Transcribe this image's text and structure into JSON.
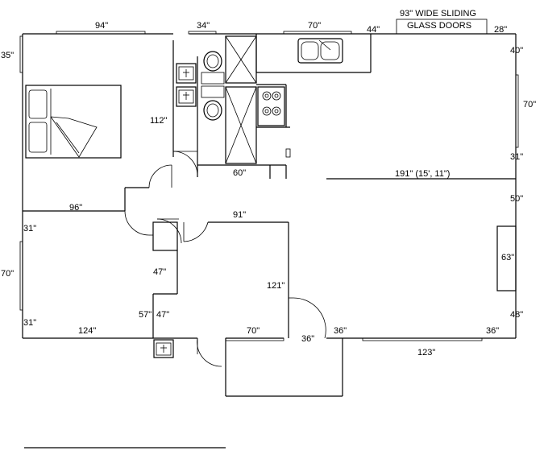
{
  "dimensions": {
    "d_94": "94\"",
    "d_34": "34\"",
    "d_70_top": "70\"",
    "d_44": "44\"",
    "d_28": "28\"",
    "d_35": "35\"",
    "d_40": "40\"",
    "d_70_right": "70\"",
    "d_31_right": "31\"",
    "d_112": "112\"",
    "d_60": "60\"",
    "d_191": "191\" (15', 11\")",
    "d_96": "96\"",
    "d_91": "91\"",
    "d_50": "50\"",
    "d_31_left_top": "31\"",
    "d_70_left": "70\"",
    "d_47_upper": "47\"",
    "d_121": "121\"",
    "d_63": "63\"",
    "d_57": "57\"",
    "d_47_lower": "47\"",
    "d_48": "48\"",
    "d_31_left_bottom": "31\"",
    "d_124": "124\"",
    "d_70_bottom": "70\"",
    "d_36_porch": "36\"",
    "d_36_mid": "36\"",
    "d_36_right": "36\"",
    "d_123": "123\""
  },
  "sliding_door": {
    "line1": "93\" WIDE SLIDING",
    "line2": "GLASS DOORS"
  }
}
